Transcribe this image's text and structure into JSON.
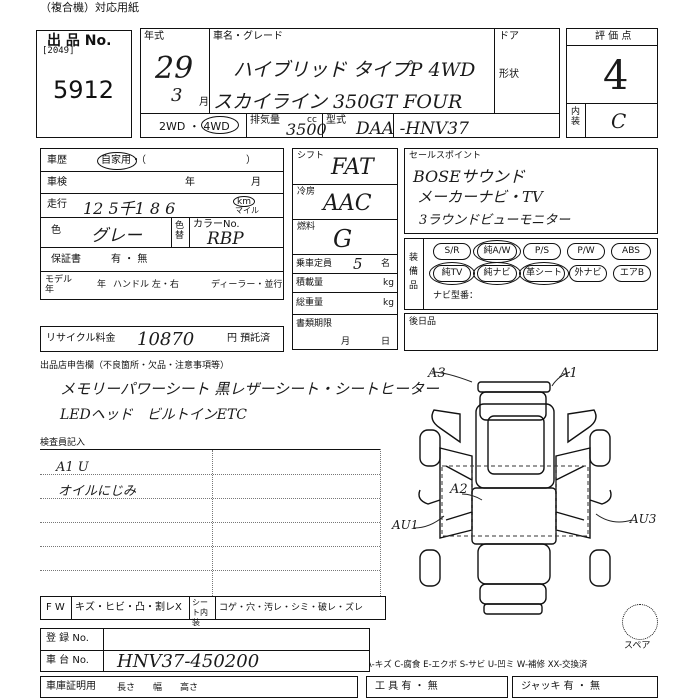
{
  "header": {
    "top_note": "（複合機）対応用紙",
    "lot_label": "出 品 No.",
    "lot_code": "[2049]",
    "lot_number": "5912",
    "year_label": "年式",
    "name_label": "車名・グレード",
    "door_label": "ドア",
    "shape_label": "形状",
    "score_label": "評 価 点",
    "interior_label": "内装",
    "year_handwritten": "29",
    "month_handwritten": "3",
    "month_unit": "月",
    "grade_handwritten": "ハイブリッド タイプP 4WD",
    "model_handwritten": "スカイライン 350GT FOUR",
    "score_value": "4",
    "interior_value": "C",
    "drive_options": "2WD ・ 4WD",
    "displacement_label": "排気量",
    "displacement_unit": "cc",
    "displacement_value": "3500",
    "type_label": "型式",
    "type_value": "DAA -HNV37"
  },
  "left": {
    "history_label": "車歴",
    "history_options": "自家用・（　　　　　　　　　　）",
    "inspection_label": "車検",
    "inspection_year": "年",
    "inspection_month": "月",
    "mileage_label": "走行",
    "mileage_unit_man": "万",
    "mileage_unit_km": "km",
    "mileage_unit_mile": "マイル",
    "mileage_value": "12  5千1 8 6",
    "color_label": "色",
    "color_value": "グレー",
    "color_change": "色替",
    "color_no_label": "カラーNo.",
    "color_no_value": "RBP",
    "warranty_label": "保証書",
    "warranty_options": "有 ・ 無",
    "model_year_label": "モデル年",
    "model_year_unit": "年",
    "handle_label": "ハンドル 左・右",
    "dealer_label": "ディーラー・並行",
    "recycle_label": "リサイクル料金",
    "recycle_value": "10870",
    "recycle_suffix": "円 預託済"
  },
  "middle": {
    "shift_label": "シフト",
    "shift_value": "FAT",
    "ac_label": "冷房",
    "ac_value": "AAC",
    "fuel_label": "燃料",
    "fuel_value": "G",
    "capacity_label": "乗車定員",
    "capacity_value": "5",
    "capacity_unit": "名",
    "load_label": "積載量",
    "load_unit": "kg",
    "weight_label": "総重量",
    "weight_unit": "kg",
    "register_label": "書類期限",
    "register_month": "月",
    "register_day": "日"
  },
  "selling": {
    "label": "セールスポイント",
    "line1": "BOSEサウンド",
    "line2": "メーカーナビ・TV",
    "line3": "3ラウンドビューモニター"
  },
  "equipment": {
    "label": "装備品",
    "row1": [
      "S/R",
      "純A/W",
      "P/S",
      "P/W",
      "ABS"
    ],
    "row2": [
      "純TV",
      "純ナビ",
      "革シート",
      "外ナビ",
      "エアB"
    ],
    "navi_label": "ナビ型番：",
    "rear_label": "後日品"
  },
  "notes": {
    "header": "出品店申告欄（不良箇所・欠品・注意事項等）",
    "line1": "メモリーパワーシート 黒レザーシート・シートヒーター",
    "line2": "LEDヘッド　ビルトインETC"
  },
  "inspector": {
    "header": "検査員記入",
    "line1": "A1 U",
    "line2": "オイルにじみ"
  },
  "diagram": {
    "mark_a3": "A3",
    "mark_a1_top": "A1",
    "mark_a2": "A2",
    "mark_au1": "AU1",
    "mark_au3": "AU3",
    "spare_label": "スペア"
  },
  "legend": {
    "fw_label": "F W",
    "fw_text": "キズ・ヒビ・凸・割レX",
    "seat_label": "シート内装",
    "seat_text": "コゲ・穴・汚レ・シミ・破レ・ズレ",
    "codes": "A-キズ C-腐食 E-エクボ S-サビ U-凹ミ W-補修 XX-交換済"
  },
  "bottom": {
    "registration_label": "登 録 No.",
    "frame_label": "車 台 No.",
    "frame_value": "HNV37-450200",
    "cert_label": "車庫証明用",
    "cert_parts": "長さ　　幅　　高さ",
    "tools_label": "工 具 有 ・ 無",
    "jack_label": "ジャッキ 有 ・ 無"
  }
}
